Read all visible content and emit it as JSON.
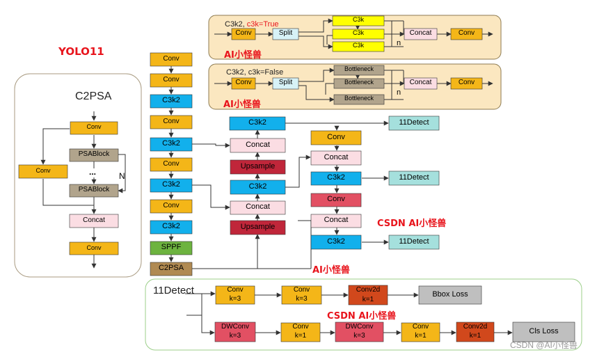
{
  "title": "YOLO11",
  "watermarks": {
    "w1": "AI小怪兽",
    "w2": "AI小怪兽",
    "w3": "CSDN AI小怪兽",
    "w4": "AI小怪兽",
    "w5": "CSDN AI小怪兽",
    "csdn": "CSDN @AI小怪兽"
  },
  "c3k_true": {
    "title_prefix": "C3k2, ",
    "title_highlight": "c3k=True",
    "conv_in": "Conv",
    "split": "Split",
    "b1": "C3k",
    "b2": "C3k",
    "b3": "C3k",
    "n": "n",
    "concat": "Concat",
    "conv_out": "Conv"
  },
  "c3k_false": {
    "title": "C3k2, c3k=False",
    "conv_in": "Conv",
    "split": "Split",
    "b1": "Bottleneck",
    "b2": "Bottleneck",
    "b3": "Bottleneck",
    "n": "n",
    "concat": "Concat",
    "conv_out": "Conv"
  },
  "c2psa": {
    "title": "C2PSA",
    "conv_top": "Conv",
    "conv_side": "Conv",
    "psa1": "PSABlock",
    "dots": "...",
    "psa2": "PSABlock",
    "n": "N",
    "concat": "Concat",
    "conv_bottom": "Conv"
  },
  "backbone": [
    "Conv",
    "Conv",
    "C3k2",
    "Conv",
    "C3k2",
    "Conv",
    "C3k2",
    "Conv",
    "C3k2",
    "SPPF",
    "C2PSA"
  ],
  "neck": {
    "c3k2_top": "C3k2",
    "concat1": "Concat",
    "upsample1": "Upsample",
    "c3k2_mid": "C3k2",
    "concat2": "Concat",
    "upsample2": "Upsample",
    "conv1": "Conv",
    "concat3": "Concat",
    "c3k2_b": "C3k2",
    "conv2": "Conv",
    "concat4": "Concat",
    "c3k2_c": "C3k2",
    "det1": "11Detect",
    "det2": "11Detect",
    "det3": "11Detect"
  },
  "detect_head": {
    "title": "11Detect",
    "r1": [
      {
        "l1": "Conv",
        "l2": "k=3"
      },
      {
        "l1": "Conv",
        "l2": "k=3"
      },
      {
        "l1": "Conv2d",
        "l2": "k=1"
      }
    ],
    "r1_loss": "Bbox Loss",
    "r2": [
      {
        "l1": "DWConv",
        "l2": "k=3"
      },
      {
        "l1": "Conv",
        "l2": "k=1"
      },
      {
        "l1": "DWConv",
        "l2": "k=3"
      },
      {
        "l1": "Conv",
        "l2": "k=1"
      },
      {
        "l1": "Conv2d",
        "l2": "k=1"
      }
    ],
    "r2_loss": "Cls Loss"
  },
  "colors": {
    "conv": "#f4b618",
    "c3k2": "#12b0ec",
    "concat": "#fbdde3",
    "upsample": "#c0263a",
    "sppf": "#6db33f",
    "c2psa": "#b08a52",
    "detect": "#a5e0dd",
    "c3k": "#ffff00",
    "psablock": "#b1a48c",
    "split": "#d7f2f7",
    "conv_red": "#e25063",
    "conv2d": "#d1481c",
    "loss": "#bfbfbf",
    "panel": "#fbe7c0",
    "brand_red": "#e8141c"
  }
}
